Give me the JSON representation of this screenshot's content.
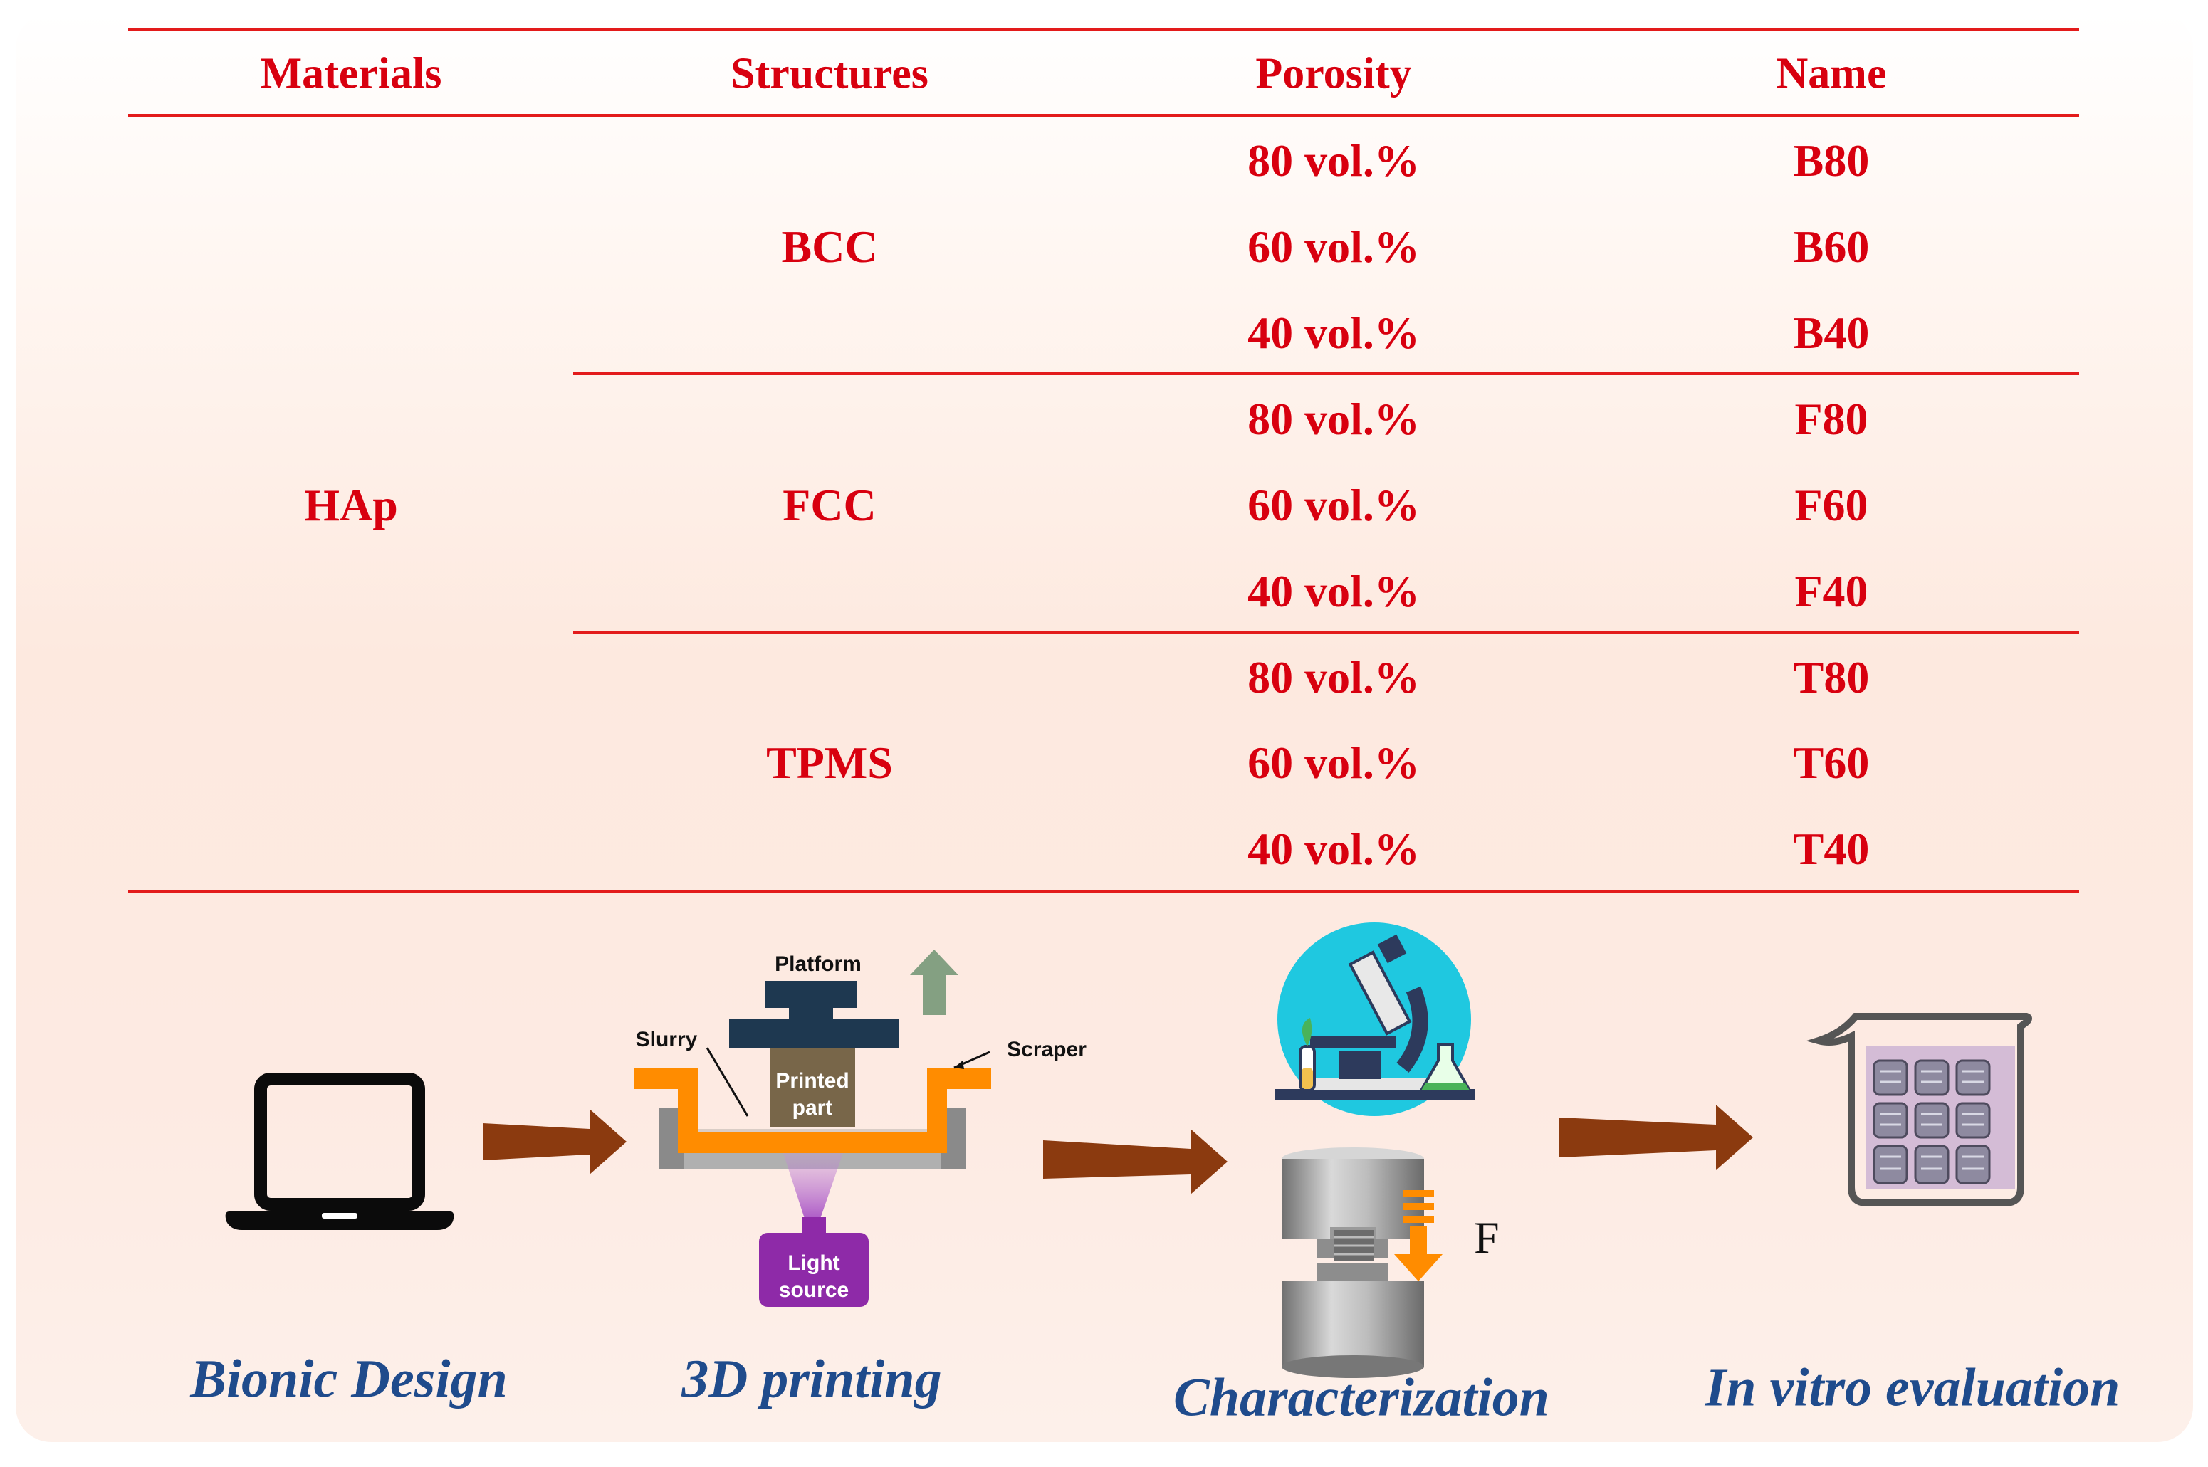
{
  "table": {
    "headers": [
      "Materials",
      "Structures",
      "Porosity",
      "Name"
    ],
    "material": "HAp",
    "groups": [
      {
        "structure": "BCC",
        "rows": [
          {
            "porosity": "80 vol.%",
            "name": "B80"
          },
          {
            "porosity": "60 vol.%",
            "name": "B60"
          },
          {
            "porosity": "40 vol.%",
            "name": "B40"
          }
        ]
      },
      {
        "structure": "FCC",
        "rows": [
          {
            "porosity": "80 vol.%",
            "name": "F80"
          },
          {
            "porosity": "60 vol.%",
            "name": "F60"
          },
          {
            "porosity": "40 vol.%",
            "name": "F40"
          }
        ]
      },
      {
        "structure": "TPMS",
        "rows": [
          {
            "porosity": "80 vol.%",
            "name": "T80"
          },
          {
            "porosity": "60 vol.%",
            "name": "T60"
          },
          {
            "porosity": "40 vol.%",
            "name": "T40"
          }
        ]
      }
    ]
  },
  "printer": {
    "platform": "Platform",
    "slurry": "Slurry",
    "scraper": "Scraper",
    "part_line1": "Printed",
    "part_line2": "part",
    "light_line1": "Light",
    "light_line2": "source"
  },
  "force_label": "F",
  "steps": [
    "Bionic Design",
    "3D printing",
    "Characterization",
    "In vitro evaluation"
  ],
  "colors": {
    "table_text": "#d8000f",
    "rule": "#e31b1b",
    "step_text": "#1f4b8c",
    "arrow": "#8b3a0f",
    "orange": "#ff8c00",
    "purple": "#8e2aa8"
  }
}
